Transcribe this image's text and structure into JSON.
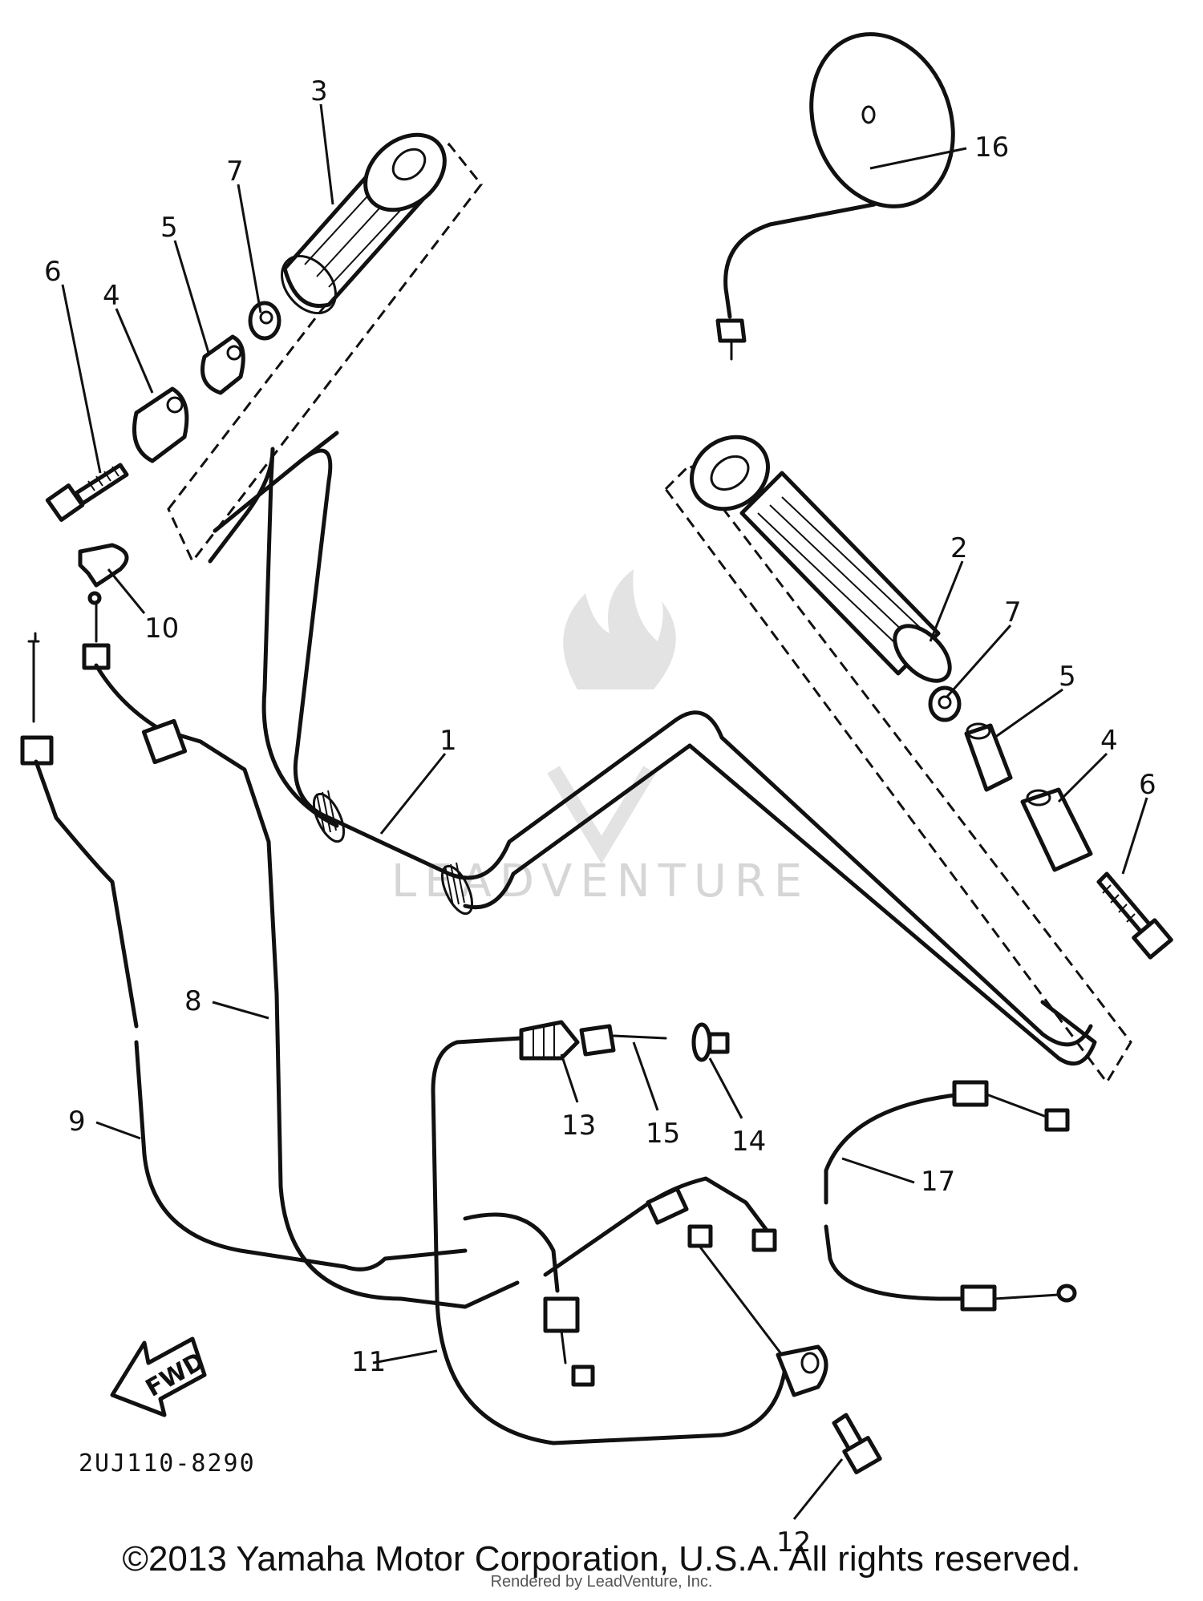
{
  "watermark": "LEADVENTURE",
  "part_code": "2UJ110-8290",
  "fwd_label": "FWD",
  "copyright": "©2013 Yamaha Motor Corporation, U.S.A. All rights reserved.",
  "rendered_by": "Rendered by LeadVenture, Inc.",
  "callouts": {
    "handlebar": "1",
    "grip_right": "2",
    "grip_left": "3",
    "end_weight_left": "4",
    "end_weight_right": "4",
    "collar_left": "5",
    "collar_right": "5",
    "bolt_left": "6",
    "bolt_right": "6",
    "nut_left": "7",
    "nut_right": "7",
    "cable_8": "8",
    "cable_9": "9",
    "clamp": "10",
    "cable_11": "11",
    "screw": "12",
    "adjuster": "13",
    "locknut": "14",
    "adjuster_bolt": "15",
    "mirror": "16",
    "cable_17": "17"
  }
}
